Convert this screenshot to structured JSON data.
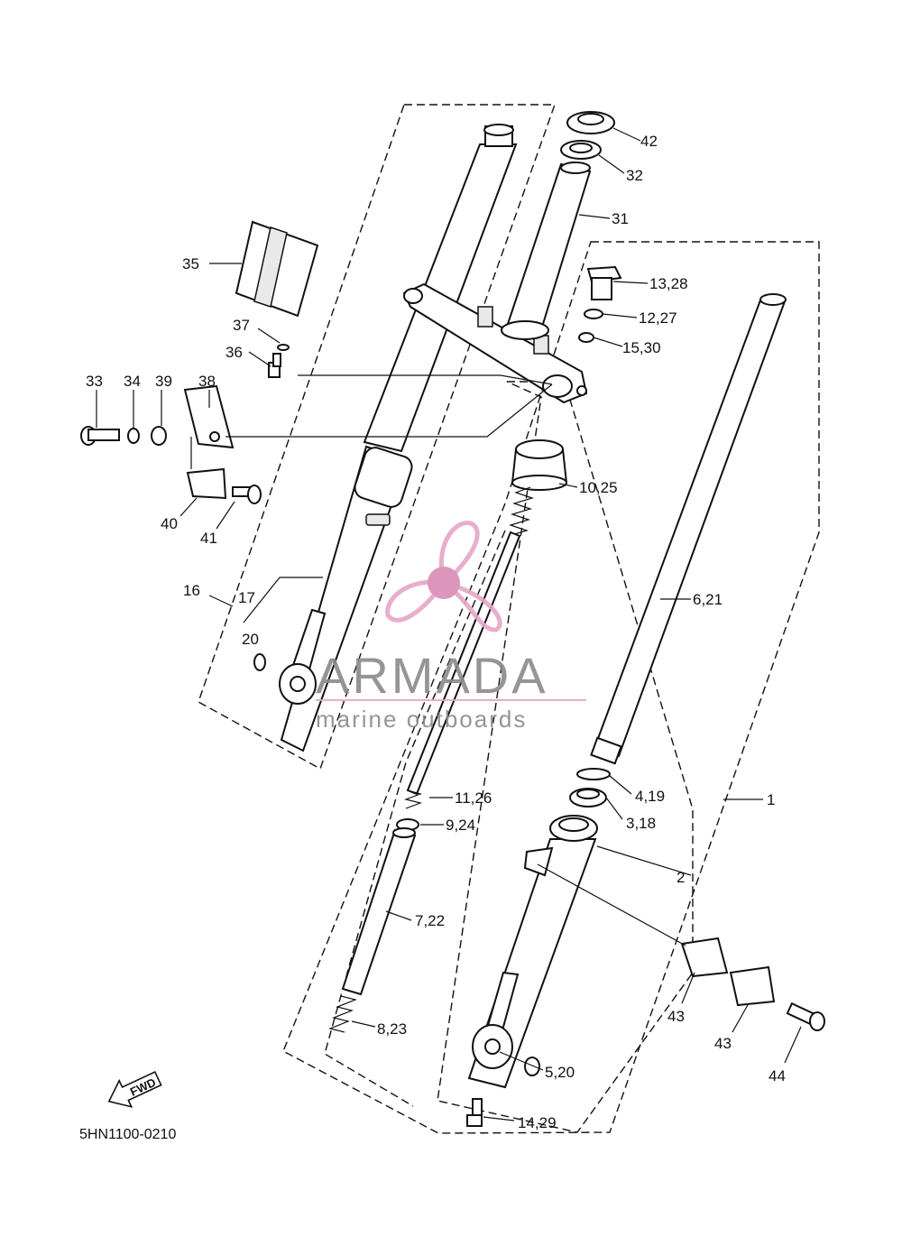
{
  "diagram_code": "5HN1100-0210",
  "fwd_label": "FWD",
  "watermark": {
    "brand": "ARMADA",
    "tagline": "marine outboards",
    "colors": {
      "brand_text": "#8a8a8a",
      "logo": "#e6a6c8",
      "logo_dark": "#d98bb5"
    }
  },
  "callouts": [
    {
      "id": "42",
      "text": "42"
    },
    {
      "id": "32",
      "text": "32"
    },
    {
      "id": "31",
      "text": "31"
    },
    {
      "id": "13_28",
      "text": "13,28"
    },
    {
      "id": "12_27",
      "text": "12,27"
    },
    {
      "id": "15_30",
      "text": "15,30"
    },
    {
      "id": "35",
      "text": "35"
    },
    {
      "id": "37",
      "text": "37"
    },
    {
      "id": "36",
      "text": "36"
    },
    {
      "id": "33",
      "text": "33"
    },
    {
      "id": "34",
      "text": "34"
    },
    {
      "id": "39",
      "text": "39"
    },
    {
      "id": "38",
      "text": "38"
    },
    {
      "id": "40",
      "text": "40"
    },
    {
      "id": "41",
      "text": "41"
    },
    {
      "id": "10_25",
      "text": "10,25"
    },
    {
      "id": "6_21",
      "text": "6,21"
    },
    {
      "id": "16",
      "text": "16"
    },
    {
      "id": "17",
      "text": "17"
    },
    {
      "id": "20",
      "text": "20"
    },
    {
      "id": "11_26",
      "text": "11,26"
    },
    {
      "id": "4_19",
      "text": "4,19"
    },
    {
      "id": "1",
      "text": "1"
    },
    {
      "id": "9_24",
      "text": "9,24"
    },
    {
      "id": "3_18",
      "text": "3,18"
    },
    {
      "id": "2",
      "text": "2"
    },
    {
      "id": "7_22",
      "text": "7,22"
    },
    {
      "id": "43a",
      "text": "43"
    },
    {
      "id": "43b",
      "text": "43"
    },
    {
      "id": "8_23",
      "text": "8,23"
    },
    {
      "id": "44",
      "text": "44"
    },
    {
      "id": "5_20",
      "text": "5,20"
    },
    {
      "id": "14_29",
      "text": "14,29"
    }
  ]
}
